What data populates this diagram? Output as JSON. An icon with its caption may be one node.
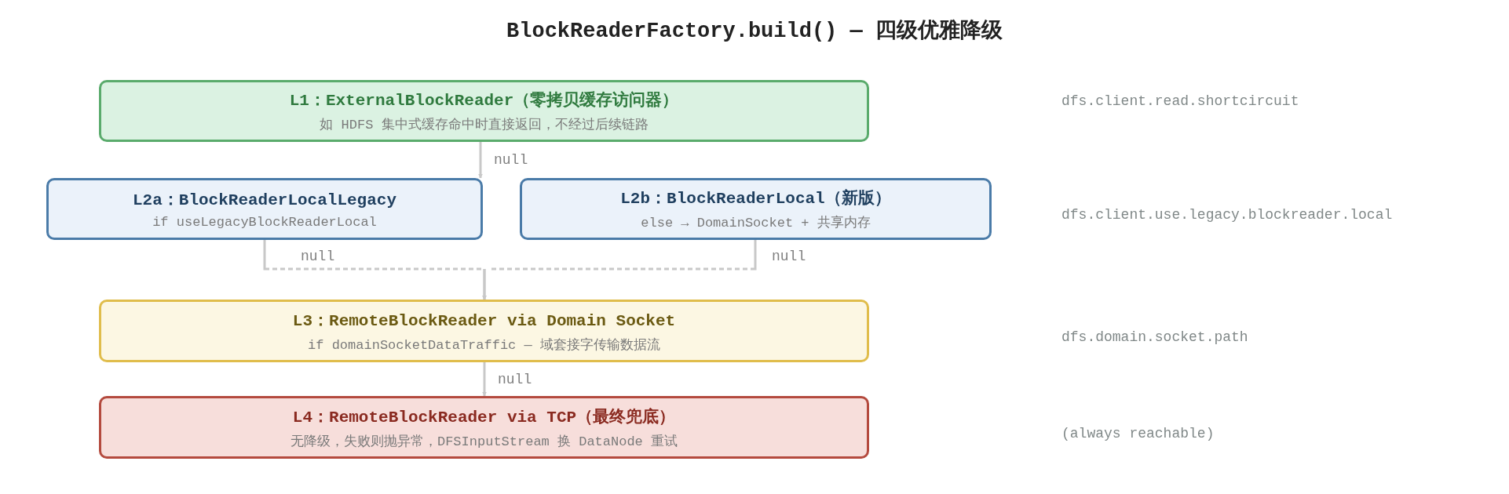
{
  "diagram": {
    "title": "BlockReaderFactory.build() — 四级优雅降级",
    "nodes": [
      {
        "text": [
          "L1：ExternalBlockReader（零拷贝缓存访问器）",
          "如 HDFS 集中式缓存命中时直接返回，不经过后续链路"
        ]
      },
      {
        "text": [
          "L2a：BlockReaderLocalLegacy",
          "if useLegacyBlockReaderLocal"
        ]
      },
      {
        "text": [
          "L2b：BlockReaderLocal（新版）",
          "else → DomainSocket + 共享内存"
        ]
      },
      {
        "text": [
          "L3：RemoteBlockReader via Domain Socket",
          "if domainSocketDataTraffic — 域套接字传输数据流"
        ]
      },
      {
        "text": [
          "L4：RemoteBlockReader via TCP（最终兜底）",
          "无降级，失败则抛异常，DFSInputStream 换 DataNode 重试"
        ]
      }
    ],
    "edges": [
      {
        "from": 0,
        "to": 1,
        "arrow": "to",
        "label": "null"
      },
      {
        "from": 1,
        "to": 3,
        "arrow": "to",
        "label": "null",
        "style": "dashed"
      },
      {
        "from": 2,
        "to": 3,
        "arrow": "to",
        "label": "null",
        "style": "dashed"
      },
      {
        "from": 3,
        "to": 4,
        "arrow": "to",
        "label": "null"
      }
    ],
    "labels": [
      "dfs.client.read.shortcircuit",
      "dfs.client.use.legacy.blockreader.local",
      "dfs.domain.socket.path",
      "(always reachable)"
    ]
  }
}
